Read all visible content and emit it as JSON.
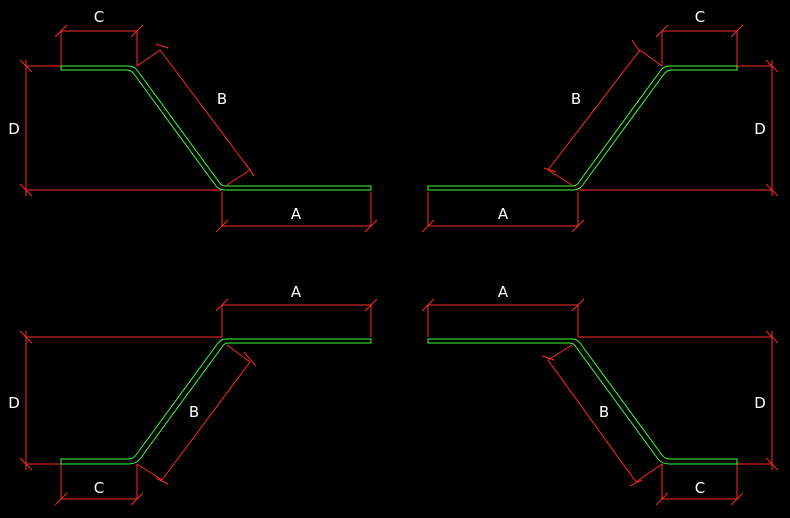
{
  "labels": {
    "A": "A",
    "B": "B",
    "C": "C",
    "D": "D"
  },
  "colors": {
    "background": "#000000",
    "dimension": "#ff2a2a",
    "part": "#39ff39",
    "text": "#ffffff"
  }
}
